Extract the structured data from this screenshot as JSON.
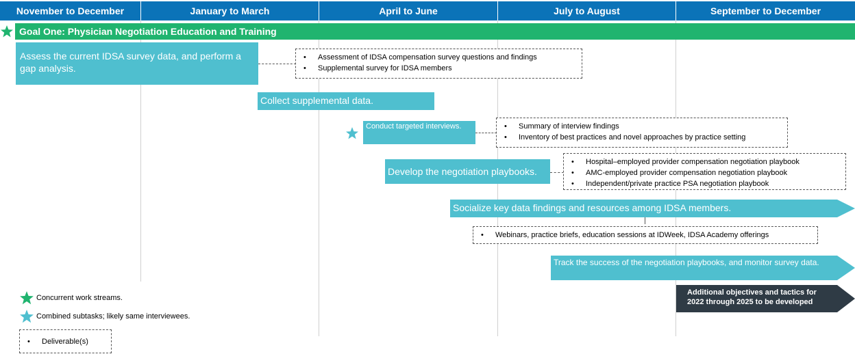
{
  "header": {
    "periods": [
      "November to December",
      "January to March",
      "April to June",
      "July to August",
      "September to December"
    ]
  },
  "goal": {
    "title": "Goal One: Physician Negotiation Education and Training"
  },
  "tasks": {
    "assess": "Assess the current IDSA survey data, and perform  a gap analysis.",
    "collect": "Collect supplemental data.",
    "interviews": "Conduct targeted interviews.",
    "playbooks": "Develop the negotiation playbooks.",
    "socialize": "Socialize key data findings and resources among IDSA members.",
    "track": "Track the success of the negotiation playbooks, and monitor survey data.",
    "additional": "Additional objectives and tactics for 2022 through 2025 to be developed"
  },
  "deliverables": {
    "assess": [
      "Assessment of IDSA compensation survey questions and findings",
      "Supplemental survey for IDSA members"
    ],
    "interviews": [
      "Summary of interview findings",
      "Inventory of best practices and novel approaches by practice setting"
    ],
    "playbooks": [
      "Hospital–employed provider compensation negotiation playbook",
      "AMC-employed  provider compensation negotiation playbook",
      "Independent/private practice PSA negotiation playbook"
    ],
    "socialize": [
      "Webinars, practice briefs, education sessions at IDWeek, IDSA Academy offerings"
    ]
  },
  "legend": {
    "concurrent": "Concurrent work streams.",
    "combined": "Combined subtasks; likely same interviewees.",
    "deliverable": "Deliverable(s)"
  },
  "colors": {
    "header": "#0b73b8",
    "goal": "#20b46f",
    "task": "#4fbfcf",
    "dark": "#2f3b45"
  }
}
